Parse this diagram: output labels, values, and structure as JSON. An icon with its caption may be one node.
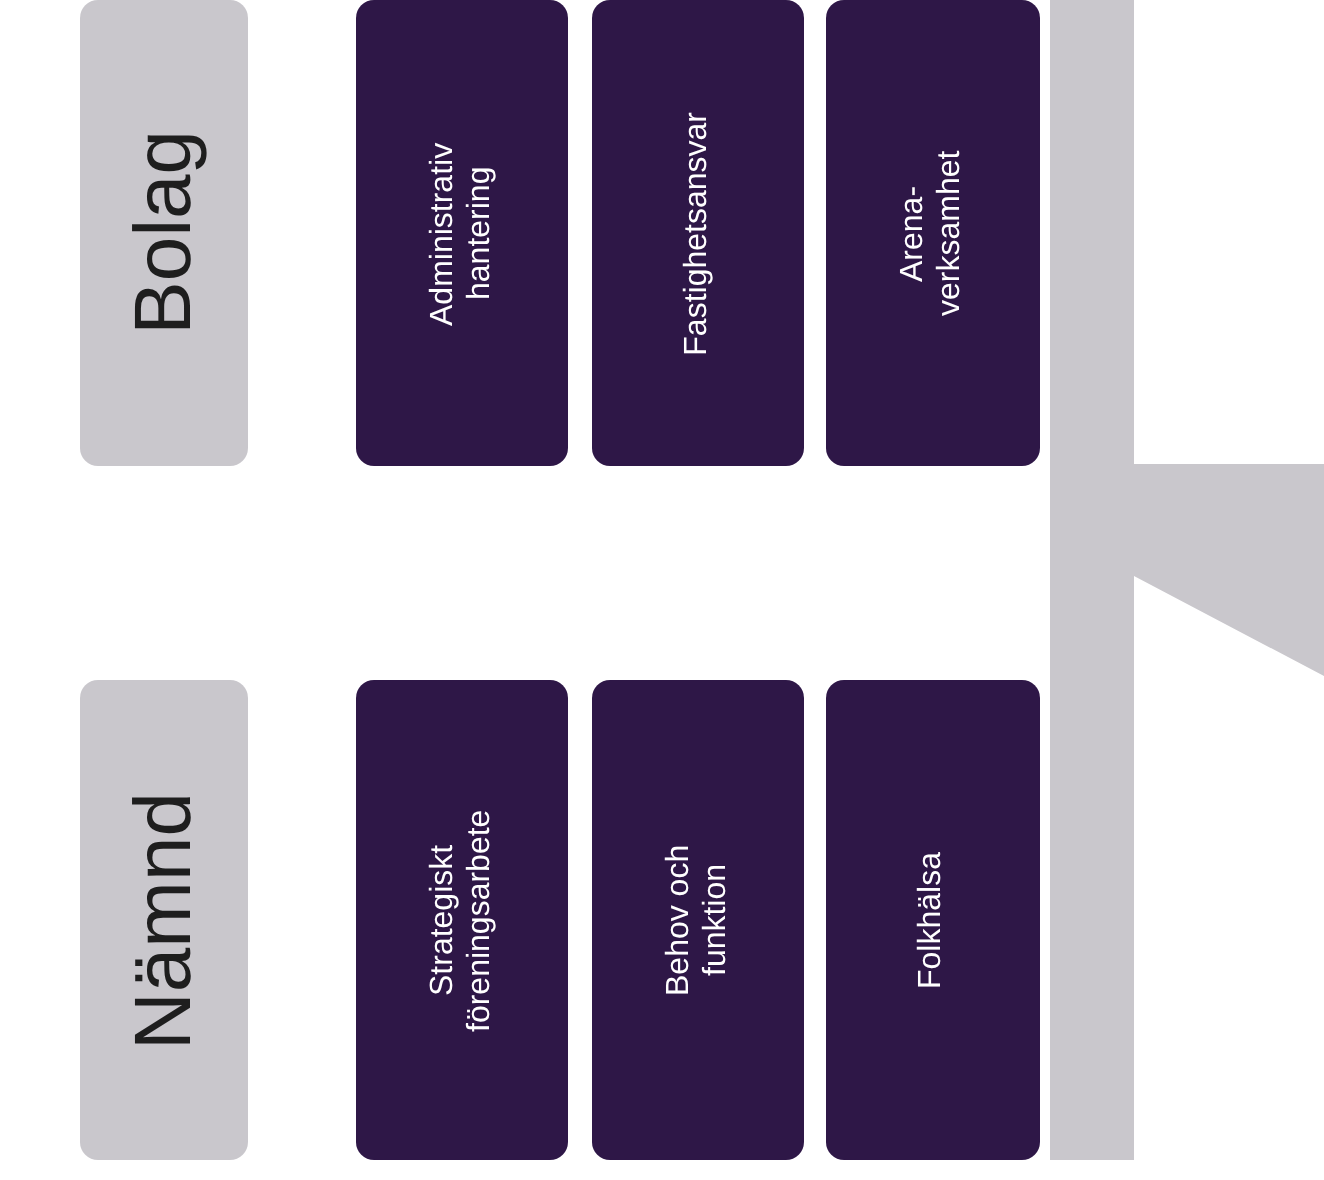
{
  "diagram": {
    "nodes": [
      {
        "text": [
          "Bolag"
        ]
      },
      {
        "text": [
          "Administrativ hantering"
        ]
      },
      {
        "text": [
          "Fastighetsansvar"
        ]
      },
      {
        "text": [
          "Arena- verksamhet"
        ]
      },
      {
        "text": [
          "Nämnd"
        ]
      },
      {
        "text": [
          "Strategiskt föreningsarbete"
        ]
      },
      {
        "text": [
          "Behov och funktion"
        ]
      },
      {
        "text": [
          "Folkhälsa"
        ]
      }
    ]
  }
}
